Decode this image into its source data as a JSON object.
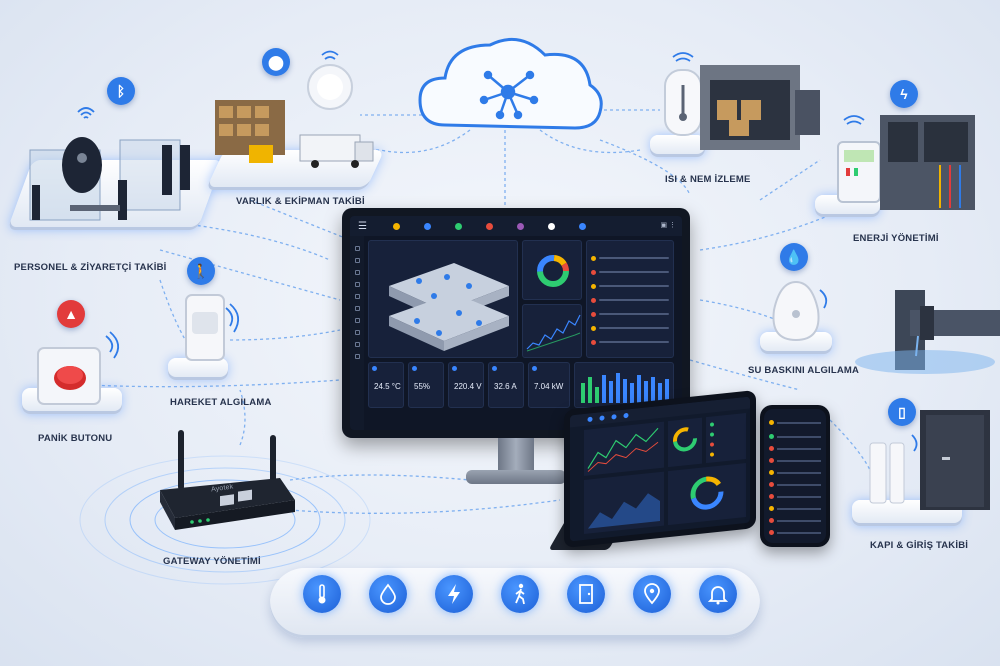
{
  "labels": {
    "personnel": "PERSONEL & ZİYARETÇİ TAKİBİ",
    "asset": "VARLIK & EKİPMAN TAKİBİ",
    "climate": "ISI & NEM İZLEME",
    "energy": "ENERJİ YÖNETİMİ",
    "motion": "HAREKET ALGILAMA",
    "panic": "PANİK BUTONU",
    "flood": "SU BASKINI ALGILAMA",
    "gateway": "GATEWAY YÖNETİMİ",
    "door": "KAPI & GİRİŞ TAKİBİ"
  },
  "router": {
    "brand": "Ayotek"
  },
  "dashboard": {
    "tiles": [
      {
        "value": "24.5 °C",
        "icon_color": "#3a86ff"
      },
      {
        "value": "55%",
        "icon_color": "#3a86ff"
      },
      {
        "value": "220.4 V",
        "icon_color": "#3a86ff"
      },
      {
        "value": "32.6 A",
        "icon_color": "#3a86ff"
      },
      {
        "value": "7.04 kW",
        "icon_color": "#3a86ff"
      }
    ],
    "nav_colors": [
      "#f5b400",
      "#3a86ff",
      "#2ecc71",
      "#e74c3c",
      "#9b59b6",
      "#ffffff",
      "#3a86ff"
    ],
    "alert_colors": [
      "#f5b400",
      "#e74c3c",
      "#f5b400",
      "#e74c3c",
      "#e74c3c",
      "#f5b400",
      "#e74c3c"
    ]
  },
  "dock_icons": [
    "thermometer-icon",
    "water-drop-icon",
    "lightning-icon",
    "walking-person-icon",
    "door-icon",
    "location-pin-icon",
    "bell-icon"
  ],
  "colors": {
    "accent": "#2f7be8",
    "alert": "#e23b3b",
    "dashboard_bg": "#0f1626"
  }
}
